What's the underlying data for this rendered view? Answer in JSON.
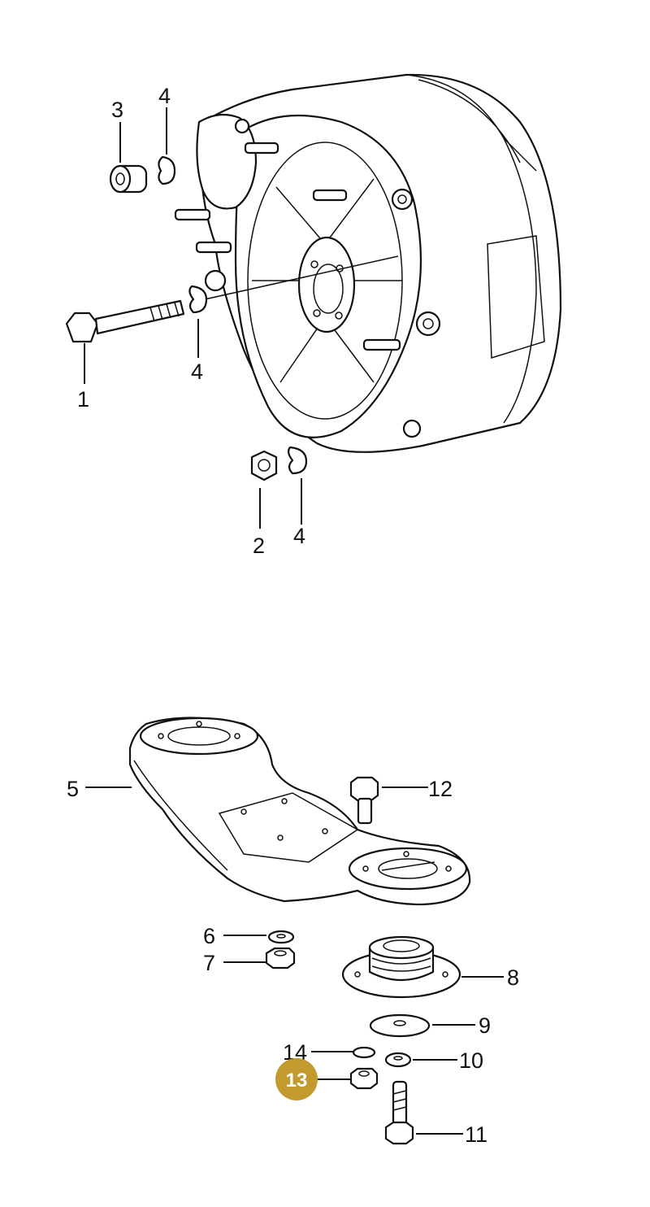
{
  "diagram": {
    "upper_labels": {
      "part_1": "1",
      "part_2": "2",
      "part_3": "3",
      "part_4a": "4",
      "part_4b": "4",
      "part_4c": "4"
    },
    "lower_labels": {
      "part_5": "5",
      "part_6": "6",
      "part_7": "7",
      "part_8": "8",
      "part_9": "9",
      "part_10": "10",
      "part_11": "11",
      "part_12": "12",
      "part_13": "13",
      "part_14": "14"
    },
    "highlight": {
      "label": "13",
      "color": "#c39a2d"
    }
  }
}
